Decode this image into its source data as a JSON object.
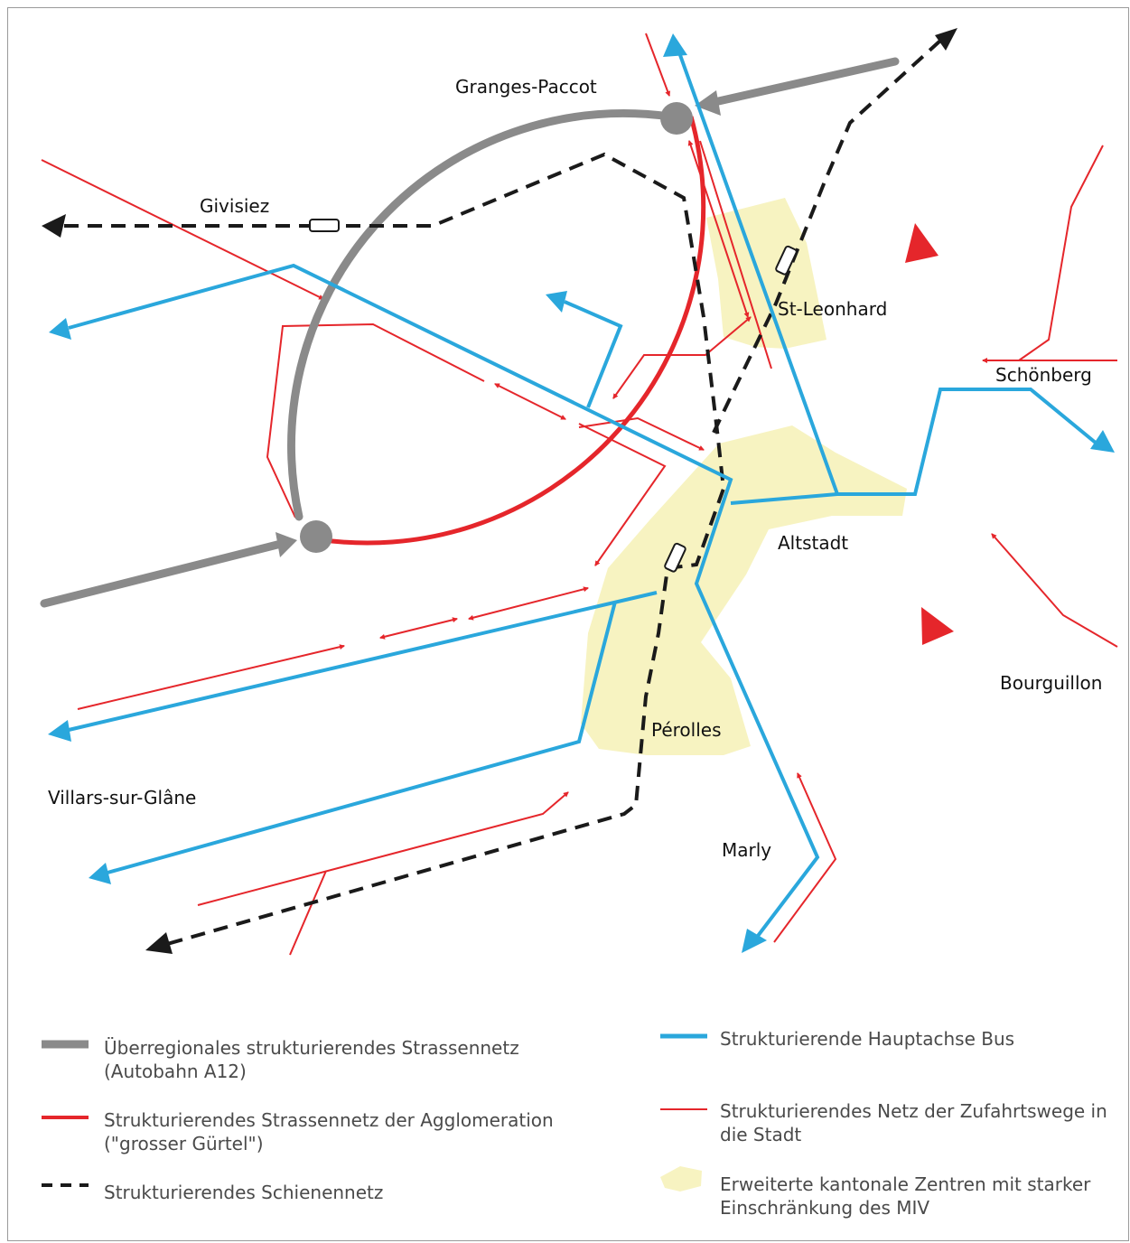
{
  "colors": {
    "motorway": "#8a8a8a",
    "ring_road": "#e5262b",
    "access_roads": "#e5262b",
    "rail": "#1a1a1a",
    "bus": "#2aa7dc",
    "centres": "#f7f3c1"
  },
  "places": {
    "granges_paccot": "Granges-Paccot",
    "givisiez": "Givisiez",
    "st_leonhard": "St-Leonhard",
    "schoenberg": "Schönberg",
    "altstadt": "Altstadt",
    "bourguillon": "Bourguillon",
    "perolles": "Pérolles",
    "villars": "Villars-sur-Glâne",
    "marly": "Marly"
  },
  "legend": {
    "motorway": "Überregionales strukturierendes Strassennetz (Autobahn A12)",
    "ring": "Strukturierendes Strassennetz der Agglomeration (\"grosser Gürtel\")",
    "rail": "Strukturierendes Schienennetz",
    "bus": "Strukturierende Hauptachse Bus",
    "access": "Strukturierendes Netz der Zufahrtswege in die Stadt",
    "centres": "Erweiterte kantonale Zentren mit starker Einschränkung des MIV"
  }
}
